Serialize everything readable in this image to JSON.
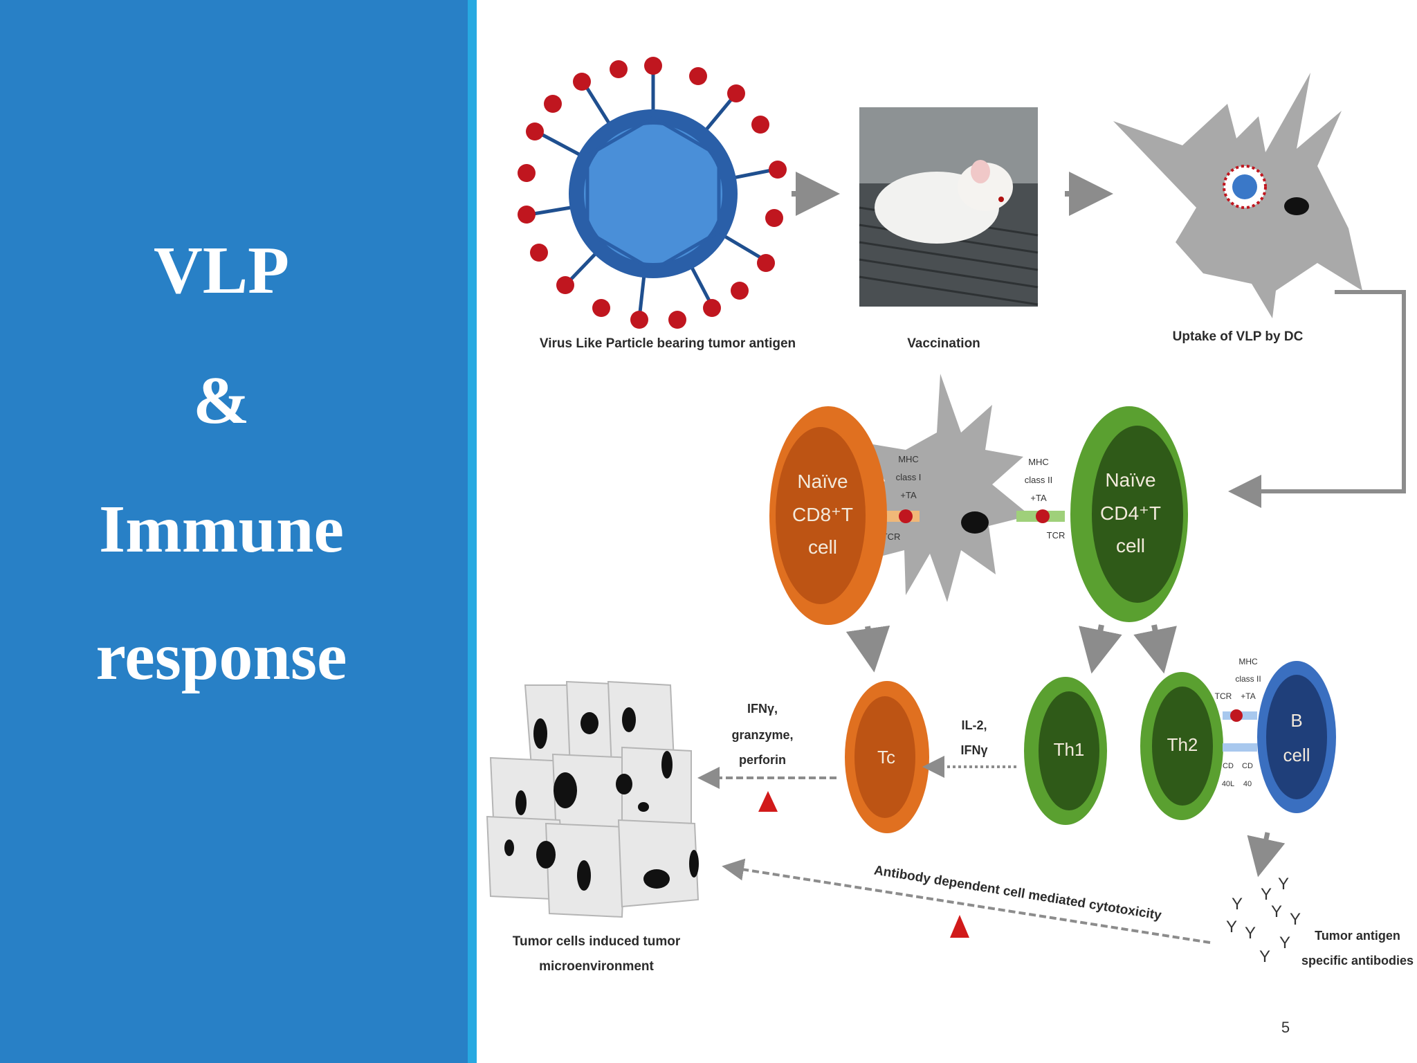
{
  "sidebar": {
    "title_lines": [
      "VLP",
      "&",
      "Immune",
      "response"
    ],
    "background": "#2880c6",
    "accent": "#27a9e1"
  },
  "diagram": {
    "labels": {
      "vlp": "Virus Like Particle bearing tumor antigen",
      "vaccination": "Vaccination",
      "uptake": "Uptake of VLP by DC",
      "tumor_1": "Tumor cells induced tumor",
      "tumor_2": "microenvironment",
      "antibodies_1": "Tumor antigen",
      "antibodies_2": "specific antibodies",
      "adcc": "Antibody dependent cell mediated cytotoxicity",
      "ifn_1": "IFNγ,",
      "ifn_2": "granzyme,",
      "ifn_3": "perforin",
      "il2_1": "IL-2,",
      "il2_2": "IFNγ"
    },
    "cells": {
      "cd8": {
        "line1": "Naïve",
        "line2": "CD8⁺T",
        "line3": "cell",
        "color": "#e07020"
      },
      "cd4": {
        "line1": "Naïve",
        "line2": "CD4⁺T",
        "line3": "cell",
        "color": "#5aa030"
      },
      "tc": {
        "label": "Tc",
        "color": "#e07020"
      },
      "th1": {
        "label": "Th1",
        "color": "#5aa030"
      },
      "th2": {
        "label": "Th2",
        "color": "#5aa030"
      },
      "bcell": {
        "line1": "B",
        "line2": "cell",
        "color": "#3a6fc0"
      }
    },
    "markers": {
      "mhc1_1": "MHC",
      "mhc1_2": "class I",
      "mhc1_3": "+TA",
      "mhc2_1": "MHC",
      "mhc2_2": "class II",
      "mhc2_3": "+TA",
      "tcr": "TCR",
      "mhc3_1": "MHC",
      "mhc3_2": "class II",
      "mhc3_3": "+TA",
      "cd40l_1": "CD",
      "cd40l_2": "40L",
      "cd40_1": "CD",
      "cd40_2": "40"
    }
  },
  "slide_number": "5"
}
